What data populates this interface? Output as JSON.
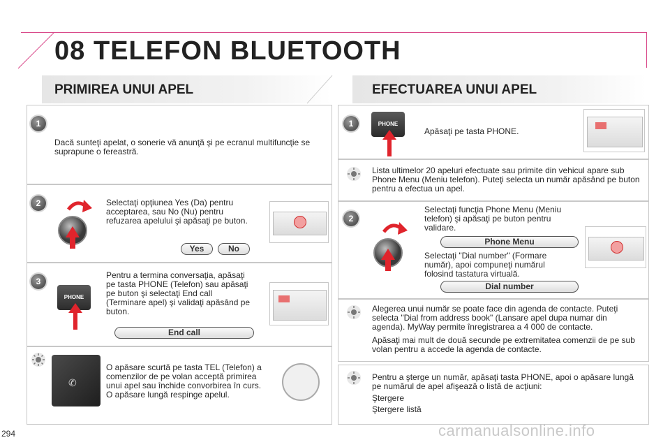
{
  "header": {
    "chapter": "08",
    "title": "TELEFON BLUETOOTH"
  },
  "left": {
    "section_title": "PRIMIREA UNUI APEL",
    "steps": {
      "s1": {
        "num": "1",
        "text": "Dacă sunteţi apelat, o sonerie vă anunţă şi pe ecranul multifuncţie se suprapune o fereastră."
      },
      "s2": {
        "num": "2",
        "text": "Selectaţi opţiunea Yes (Da) pentru acceptarea, sau No (Nu) pentru refuzarea apelului şi apăsaţi pe buton.",
        "yes": "Yes",
        "no": "No"
      },
      "s3": {
        "num": "3",
        "text": "Pentru a termina conversaţia, apăsaţi pe tasta PHONE (Telefon) sau apăsaţi pe buton şi selectaţi End call (Terminare apel) şi validaţi apăsând pe buton.",
        "button": "End call",
        "key_label": "PHONE"
      },
      "tip": {
        "text": "O apăsare scurtă pe tasta TEL (Telefon) a comenzilor de pe volan acceptă primirea unui apel sau închide convorbirea în curs. O apăsare lungă respinge apelul."
      }
    }
  },
  "right": {
    "section_title": "EFECTUAREA UNUI APEL",
    "s1": {
      "num": "1",
      "text": "Apăsaţi pe tasta PHONE.",
      "key_label": "PHONE"
    },
    "tip1": {
      "text": "Lista ultimelor 20 apeluri efectuate sau primite din vehicul apare sub Phone Menu (Meniu telefon). Puteţi selecta un număr apăsând pe buton pentru a efectua un apel."
    },
    "s2": {
      "num": "2",
      "text_a": "Selectaţi funcţia Phone Menu (Meniu telefon) şi apăsaţi pe buton pentru validare.",
      "btn_a": "Phone Menu",
      "text_b": "Selectaţi \"Dial number\" (Formare număr), apoi compuneţi numărul folosind tastatura virtuală.",
      "btn_b": "Dial number"
    },
    "tip2": {
      "p1": "Alegerea unui număr se poate face din agenda de contacte. Puteţi selecta \"Dial from address book\" (Lansare apel dupa numar din agenda). MyWay permite înregistrarea a 4 000 de contacte.",
      "p2": "Apăsaţi mai mult de două secunde pe extremitatea comenzii de pe sub volan pentru a accede la agenda de contacte."
    },
    "tip3": {
      "p1": "Pentru a şterge un număr, apăsaţi tasta PHONE, apoi o apăsare lungă pe numărul de apel afişează o listă de acţiuni:",
      "item1": "Ştergere",
      "item2": "Ştergere listă"
    }
  },
  "footer": {
    "page": "294",
    "watermark": "carmanualsonline.info"
  }
}
